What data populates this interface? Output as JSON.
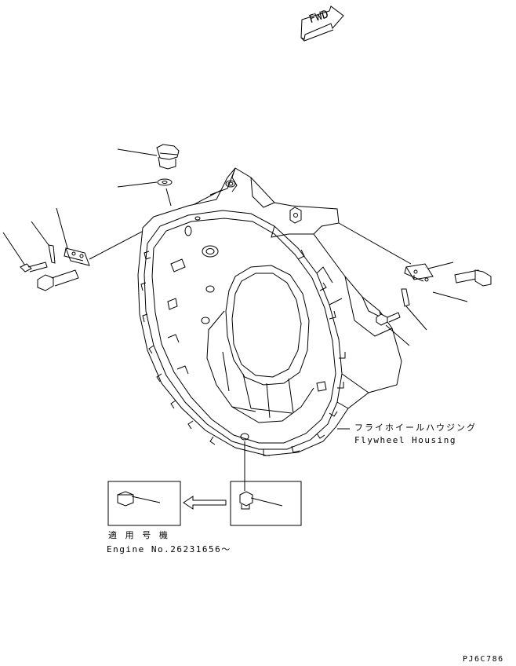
{
  "direction_marker": {
    "text": "FWD"
  },
  "housing_label": {
    "jp": "フライホイールハウジング",
    "en": "Flywheel Housing"
  },
  "applicability": {
    "jp": "適 用 号 機",
    "en": "Engine No.26231656～"
  },
  "drawing_code": "PJ6C786"
}
